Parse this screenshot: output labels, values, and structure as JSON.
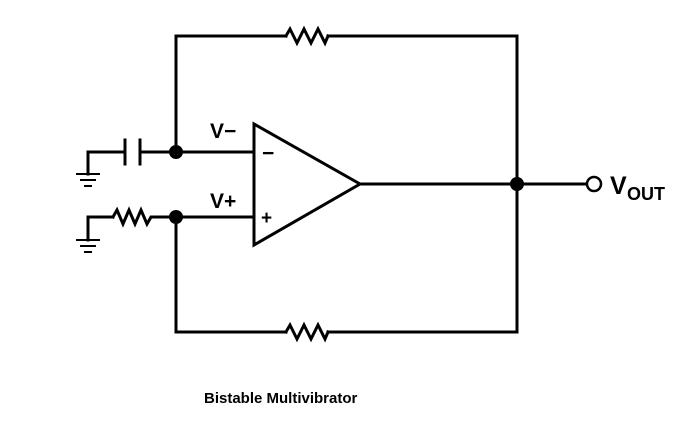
{
  "labels": {
    "v_minus": "V−",
    "v_plus": "V+",
    "minus_sign": "−",
    "plus_sign": "+",
    "v_out_main": "V",
    "v_out_sub": "OUT"
  },
  "caption": "Bistable Multivibrator",
  "colors": {
    "line": "#000000",
    "background": "#ffffff"
  }
}
